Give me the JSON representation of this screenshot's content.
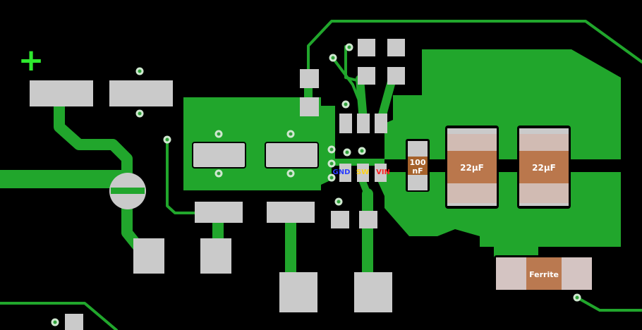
{
  "layout_labels": {
    "plus_marker": "+",
    "pin_gnd": "GND",
    "pin_sw": "SW",
    "pin_vin": "VIN",
    "cap_small_value": "100",
    "cap_small_unit": "nF",
    "cap_bulk_1": "22µF",
    "cap_bulk_2": "22µF",
    "ferrite": "Ferrite"
  },
  "colors": {
    "background": "#000000",
    "copper": "#21a62c",
    "pad": "#cacaca",
    "via_ring": "#cfe7cf",
    "via_hole": "#2fa23a",
    "capacitor_body": "#a6622b",
    "gnd_label": "#2a3cff",
    "sw_label": "#ffd21a",
    "vin_label": "#ff2020",
    "plus_marker": "#2ee82e"
  }
}
